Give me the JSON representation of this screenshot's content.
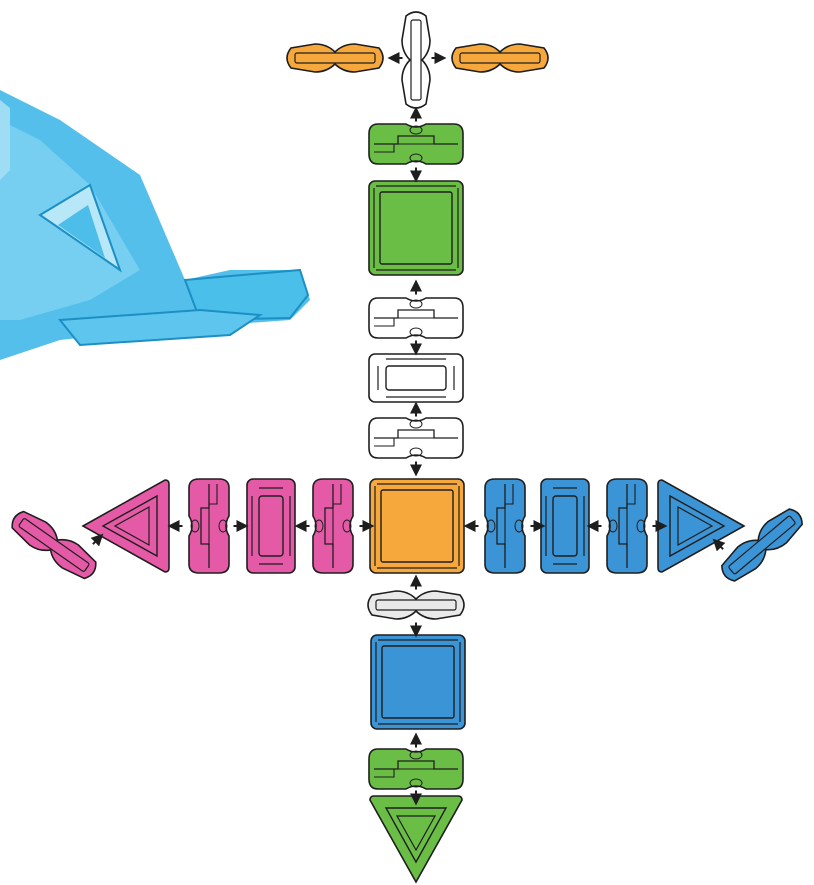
{
  "diagram": {
    "colors": {
      "orange": "#F7A83C",
      "green": "#6BBE45",
      "blue": "#3B94D6",
      "pink": "#E55AA6",
      "white": "#FFFFFF",
      "light_gray": "#E9E9E9",
      "outline": "#1E1E1E",
      "photo_blue": "#35B4E6"
    },
    "pieces": [
      {
        "name": "connector-vertical-top",
        "color": "white",
        "shape": "connector-vertical"
      },
      {
        "name": "connector-top-left",
        "color": "orange",
        "shape": "connector-horizontal"
      },
      {
        "name": "connector-top-right",
        "color": "orange",
        "shape": "connector-horizontal"
      },
      {
        "name": "joint-green-top",
        "color": "green",
        "shape": "joint-horizontal"
      },
      {
        "name": "square-green",
        "color": "green",
        "shape": "square"
      },
      {
        "name": "joint-white-upper",
        "color": "white",
        "shape": "joint-horizontal"
      },
      {
        "name": "rectangle-white",
        "color": "white",
        "shape": "rectangle-horizontal"
      },
      {
        "name": "joint-white-lower",
        "color": "white",
        "shape": "joint-horizontal"
      },
      {
        "name": "square-orange-center",
        "color": "orange",
        "shape": "square"
      },
      {
        "name": "joint-pink-right",
        "color": "pink",
        "shape": "joint-vertical"
      },
      {
        "name": "rectangle-pink",
        "color": "pink",
        "shape": "rectangle-vertical"
      },
      {
        "name": "joint-pink-left",
        "color": "pink",
        "shape": "joint-vertical"
      },
      {
        "name": "triangle-pink",
        "color": "pink",
        "shape": "triangle-left"
      },
      {
        "name": "connector-pink-diagonal",
        "color": "pink",
        "shape": "connector-diagonal"
      },
      {
        "name": "joint-blue-left",
        "color": "blue",
        "shape": "joint-vertical"
      },
      {
        "name": "rectangle-blue",
        "color": "blue",
        "shape": "rectangle-vertical"
      },
      {
        "name": "joint-blue-right",
        "color": "blue",
        "shape": "joint-vertical"
      },
      {
        "name": "triangle-blue",
        "color": "blue",
        "shape": "triangle-right"
      },
      {
        "name": "connector-blue-diagonal",
        "color": "blue",
        "shape": "connector-diagonal"
      },
      {
        "name": "connector-lightgray",
        "color": "light_gray",
        "shape": "connector-horizontal"
      },
      {
        "name": "square-blue",
        "color": "blue",
        "shape": "square"
      },
      {
        "name": "joint-green-bottom",
        "color": "green",
        "shape": "joint-horizontal"
      },
      {
        "name": "triangle-green",
        "color": "green",
        "shape": "triangle-down"
      }
    ],
    "arrows": [
      {
        "name": "arrow-up-top",
        "direction": "up"
      },
      {
        "name": "arrow-left-top",
        "direction": "left"
      },
      {
        "name": "arrow-right-top",
        "direction": "right"
      },
      {
        "name": "arrow-down-green-top",
        "direction": "down"
      },
      {
        "name": "arrow-up-white-upper",
        "direction": "up"
      },
      {
        "name": "arrow-down-white-upper",
        "direction": "down"
      },
      {
        "name": "arrow-up-white-lower",
        "direction": "up"
      },
      {
        "name": "arrow-down-white-lower",
        "direction": "down"
      },
      {
        "name": "arrow-left-pink-1",
        "direction": "left"
      },
      {
        "name": "arrow-right-pink-1",
        "direction": "right"
      },
      {
        "name": "arrow-left-pink-2",
        "direction": "left"
      },
      {
        "name": "arrow-right-pink-2",
        "direction": "right"
      },
      {
        "name": "arrow-left-blue-1",
        "direction": "left"
      },
      {
        "name": "arrow-right-blue-1",
        "direction": "right"
      },
      {
        "name": "arrow-left-blue-2",
        "direction": "left"
      },
      {
        "name": "arrow-right-blue-2",
        "direction": "right"
      },
      {
        "name": "arrow-up-lightgray",
        "direction": "up"
      },
      {
        "name": "arrow-down-lightgray",
        "direction": "down"
      },
      {
        "name": "arrow-up-green-bottom",
        "direction": "up"
      },
      {
        "name": "arrow-down-green-bottom",
        "direction": "down"
      },
      {
        "name": "arrow-diagonal-pink",
        "direction": "up-right"
      },
      {
        "name": "arrow-diagonal-blue",
        "direction": "up-left"
      }
    ],
    "photo": {
      "name": "translucent-blue-tiles-photo",
      "color": "photo_blue"
    }
  }
}
